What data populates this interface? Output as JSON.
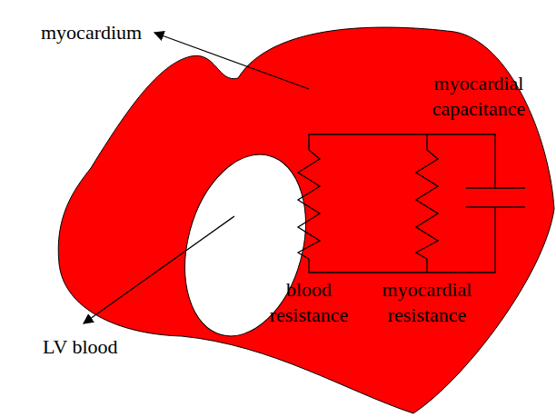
{
  "diagram": {
    "labels": [
      "myocardium",
      "myocardial capacitance",
      "blood resistance",
      "myocardial resistance",
      "LV blood"
    ]
  }
}
